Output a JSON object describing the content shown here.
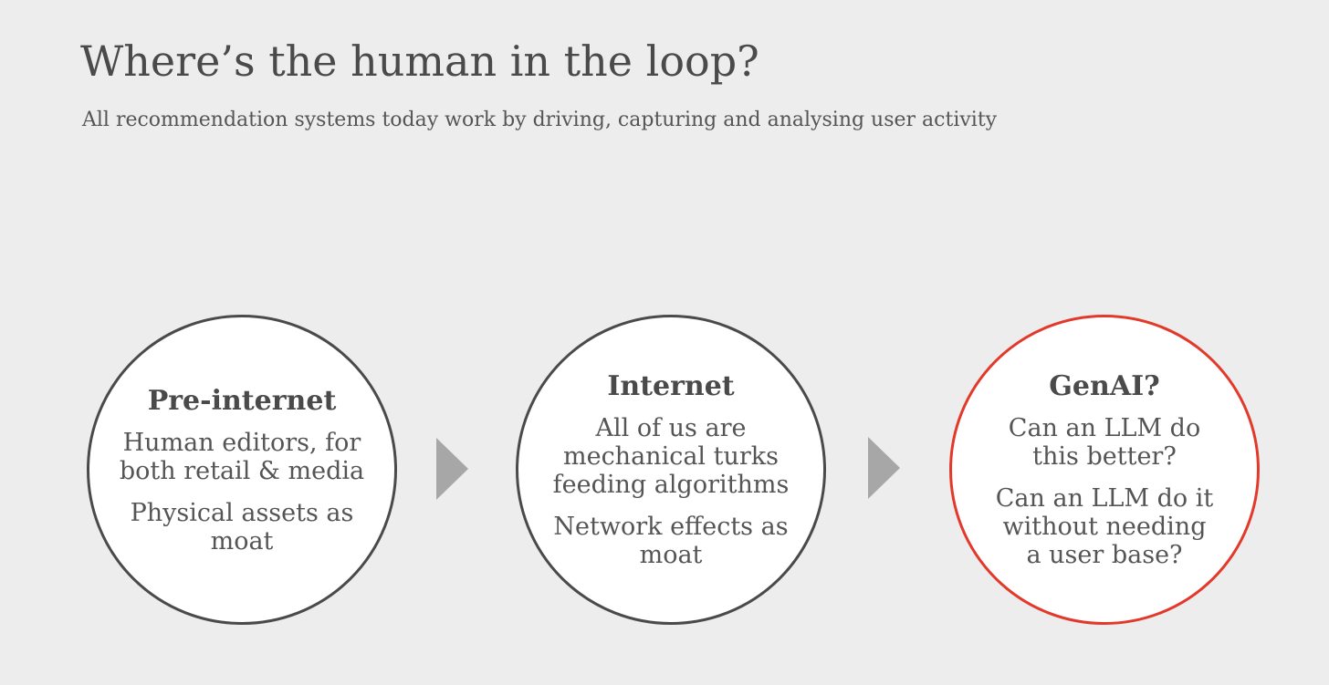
{
  "header": {
    "title": "Where’s the human in the loop?",
    "subtitle": "All recommendation systems today work by driving, capturing and analysing user activity"
  },
  "stages": [
    {
      "title": "Pre-internet",
      "points": [
        "Human editors, for\nboth retail & media",
        "Physical assets as\nmoat"
      ],
      "highlighted": false
    },
    {
      "title": "Internet",
      "points": [
        "All of us are\nmechanical turks\nfeeding algorithms",
        "Network effects as\nmoat"
      ],
      "highlighted": false
    },
    {
      "title": "GenAI?",
      "points": [
        "Can an LLM do\nthis better?",
        "Can an LLM do it\nwithout needing\na user base?"
      ],
      "highlighted": true
    }
  ],
  "colors": {
    "background": "#ededed",
    "circle_fill": "#ffffff",
    "circle_border": "#4a4a4a",
    "highlight_border": "#e3392b",
    "arrow": "#a7a7a7",
    "heading_text": "#4a4a4a",
    "body_text": "#555555"
  }
}
